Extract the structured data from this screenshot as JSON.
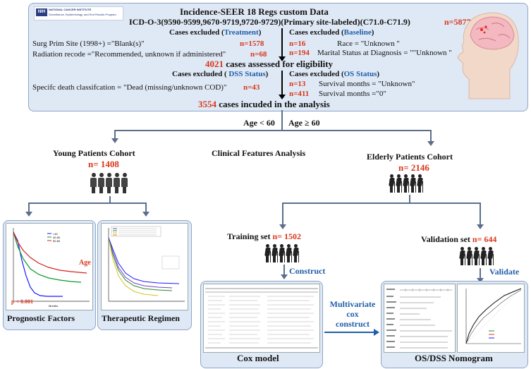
{
  "header": {
    "logo_line1": "NATIONAL CANCER INSTITUTE",
    "logo_line2": "Surveillance, Epidemiology, and End Results Program",
    "logo_badge": "NIH",
    "title": "Incidence-SEER 18 Regs custom Data",
    "subtitle": "ICD-O-3(9590-9599,9670-9719,9720-9729)(Primary site-labeled)(C71.0-C71.9)",
    "total_n": "n=5877"
  },
  "exclusions": {
    "treatment_prefix": "Cases excluded (",
    "treatment_label": "Treatment",
    "baseline_prefix": "Cases excluded (",
    "baseline_label": "Baseline",
    "close": ")",
    "surg_text": "Surg Prim Site (1998+) =\"Blank(s)\"",
    "surg_n": "n=1578",
    "rad_text": "Radiation recode =\"Recommended, unknown if administered\"",
    "rad_n": "n=68",
    "race_n": "n=16",
    "race_text": "Race = \"Unknown \"",
    "marital_n": "n=194",
    "marital_text": "Marital Status at Diagnosis = \"\"Unknown \"",
    "eligible_n": "4021",
    "eligible_text": " cases assessed for eligibility",
    "dss_prefix": "Cases excluded ( ",
    "dss_label": "DSS Status",
    "os_prefix": "Cases excluded (",
    "os_label": "OS Status",
    "death_text": "Specifc death classifcation = \"Dead (missing/unknown COD)\"",
    "death_n": "n=43",
    "surv_unknown_n": "n=13",
    "surv_unknown_text": "Survival months = \"Unknown\"",
    "surv_zero_n": "n=411",
    "surv_zero_text": "Survival months =\"0\"",
    "included_n": "3554",
    "included_text": " cases incuded in the analysis"
  },
  "split": {
    "age_young": "Age < 60",
    "age_old": "Age ≥ 60",
    "clinical": "Clinical Features Analysis"
  },
  "cohorts": {
    "young_title": "Young Patients Cohort",
    "young_n": "n= 1408",
    "elderly_title": "Elderly Patients Cohort",
    "elderly_n": "n= 2146"
  },
  "panels": {
    "prognostic": "Prognostic Factors",
    "therapeutic": "Therapeutic Regimen",
    "cox": "Cox  model",
    "nomogram": "OS/DSS Nomogram"
  },
  "prog_plot": {
    "annotation": "Age",
    "pvalue": "p < 0.001",
    "xlabel": "Months",
    "legend": [
      "<40",
      "40-50",
      "50-60"
    ],
    "colors": [
      "#1a1aff",
      "#0a9a2a",
      "#d82020"
    ]
  },
  "sets": {
    "training_title": "Training set ",
    "training_n": "n= 1502",
    "validation_title": "Validation set ",
    "validation_n": "n= 644",
    "construct": "Construct",
    "validate": "Validate",
    "multivariate": "Multivariate\ncox\nconstruct"
  },
  "colors": {
    "accent_blue": "#1f5ea8",
    "accent_red": "#d8361a",
    "panel_bg": "#dfe9f6",
    "panel_border": "#8fa6c8"
  }
}
